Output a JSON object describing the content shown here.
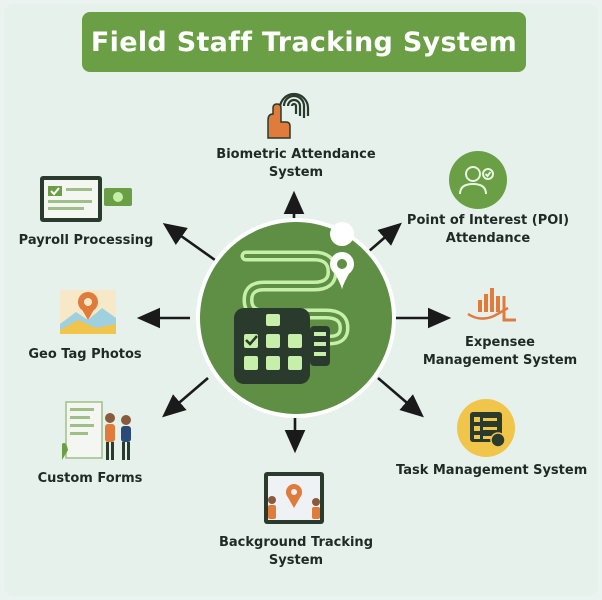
{
  "title": "Field Staff Tracking System",
  "nodes": {
    "biometric": {
      "line1": "Biometric Attendance",
      "line2": "System",
      "icon": "fingerprint-hand-icon"
    },
    "poi": {
      "line1": "Point of Interest (POI)",
      "line2": "Attendance",
      "icon": "person-check-icon"
    },
    "payroll": {
      "line1": "Payroll Processing",
      "icon": "payroll-monitor-icon"
    },
    "expense": {
      "line1": "Expensee",
      "line2": "Management System",
      "icon": "expense-chart-icon"
    },
    "geotag": {
      "line1": "Geo Tag Photos",
      "icon": "map-pin-photo-icon"
    },
    "task": {
      "line1": "Task Management System",
      "icon": "task-board-icon"
    },
    "forms": {
      "line1": "Custom Forms",
      "icon": "form-people-icon"
    },
    "background": {
      "line1": "Background Tracking",
      "line2": "System",
      "icon": "tracking-screen-icon"
    }
  },
  "colors": {
    "banner": "#6a9f46",
    "hub": "#5e8f45",
    "hub_ring": "#ffffff",
    "icon_dark": "#2a3a2c",
    "route": "#c6f0a9",
    "arrow": "#1a1a1a",
    "accent_orange": "#e07b3c",
    "accent_yellow": "#f0c54a"
  }
}
